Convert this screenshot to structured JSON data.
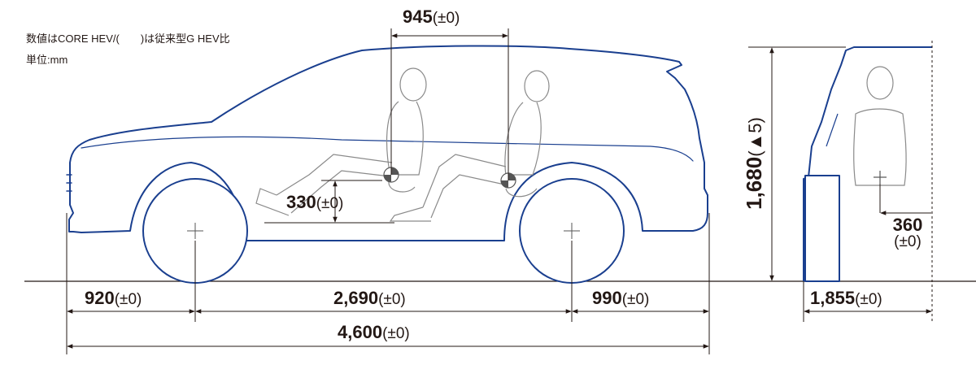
{
  "notes": {
    "line1": "数値はCORE HEV/(　　)は従来型G HEV比",
    "line2": "単位:mm"
  },
  "dimensions": {
    "front_overhang": {
      "value": "920",
      "delta": "(±0)"
    },
    "wheelbase": {
      "value": "2,690",
      "delta": "(±0)"
    },
    "rear_overhang": {
      "value": "990",
      "delta": "(±0)"
    },
    "overall_length": {
      "value": "4,600",
      "delta": "(±0)"
    },
    "seat_distance": {
      "value": "945",
      "delta": "(±0)"
    },
    "seat_height_diff": {
      "value": "330",
      "delta": "(±0)"
    },
    "overall_height": {
      "value": "1,680",
      "delta": "(▲5)"
    },
    "overall_width": {
      "value": "1,855",
      "delta": "(±0)"
    },
    "hip_point_offset": {
      "value": "360",
      "delta": "(±0)"
    }
  },
  "colors": {
    "body_outline": "#1a3f8f",
    "lines": "#231815",
    "occupant": "#8a8a8a"
  }
}
